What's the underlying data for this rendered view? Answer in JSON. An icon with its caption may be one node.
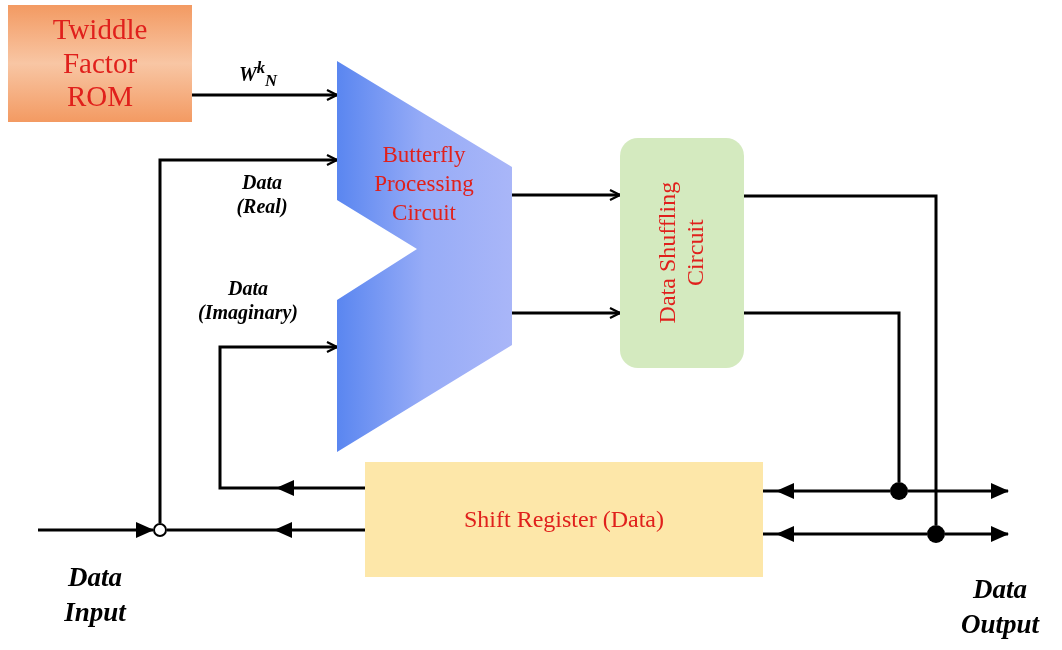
{
  "diagram": {
    "nodes": [
      {
        "text": [
          "Twiddle Factor ROM"
        ]
      },
      {
        "text": [
          "Butterfly Processing Circuit"
        ]
      },
      {
        "text": [
          "Data Shuffling Circuit"
        ]
      },
      {
        "text": [
          "Shift Register (Data)"
        ]
      },
      {
        "text": [],
        "shape": "circle"
      },
      {
        "text": [],
        "shape": "circle"
      },
      {
        "text": [],
        "shape": "circle"
      }
    ],
    "edges": [
      {
        "from": 0,
        "to": 1,
        "arrow": "to",
        "label": "W$^{k}$$_{N}$"
      },
      {
        "from": 4,
        "to": 1,
        "arrow": "to",
        "label": "Data (Real)"
      },
      {
        "from": 3,
        "to": 1,
        "arrow": "to",
        "label": "Data (Imaginary)"
      },
      {
        "from": null,
        "to": 4,
        "arrow": "to"
      },
      {
        "from": 3,
        "to": 4,
        "arrow": "to"
      },
      {
        "from": 1,
        "to": 2,
        "arrow": "to"
      },
      {
        "from": 1,
        "to": 2,
        "arrow": "to"
      },
      {
        "from": 2,
        "to": 6,
        "arrow": "none"
      },
      {
        "from": 2,
        "to": 5,
        "arrow": "none"
      },
      {
        "from": 5,
        "to": 3,
        "arrow": "to"
      },
      {
        "from": 5,
        "to": null,
        "arrow": "to"
      },
      {
        "from": 6,
        "to": 3,
        "arrow": "to"
      },
      {
        "from": 6,
        "to": null,
        "arrow": "to"
      }
    ],
    "labels": [
      "Data Input",
      "Data Output"
    ]
  }
}
